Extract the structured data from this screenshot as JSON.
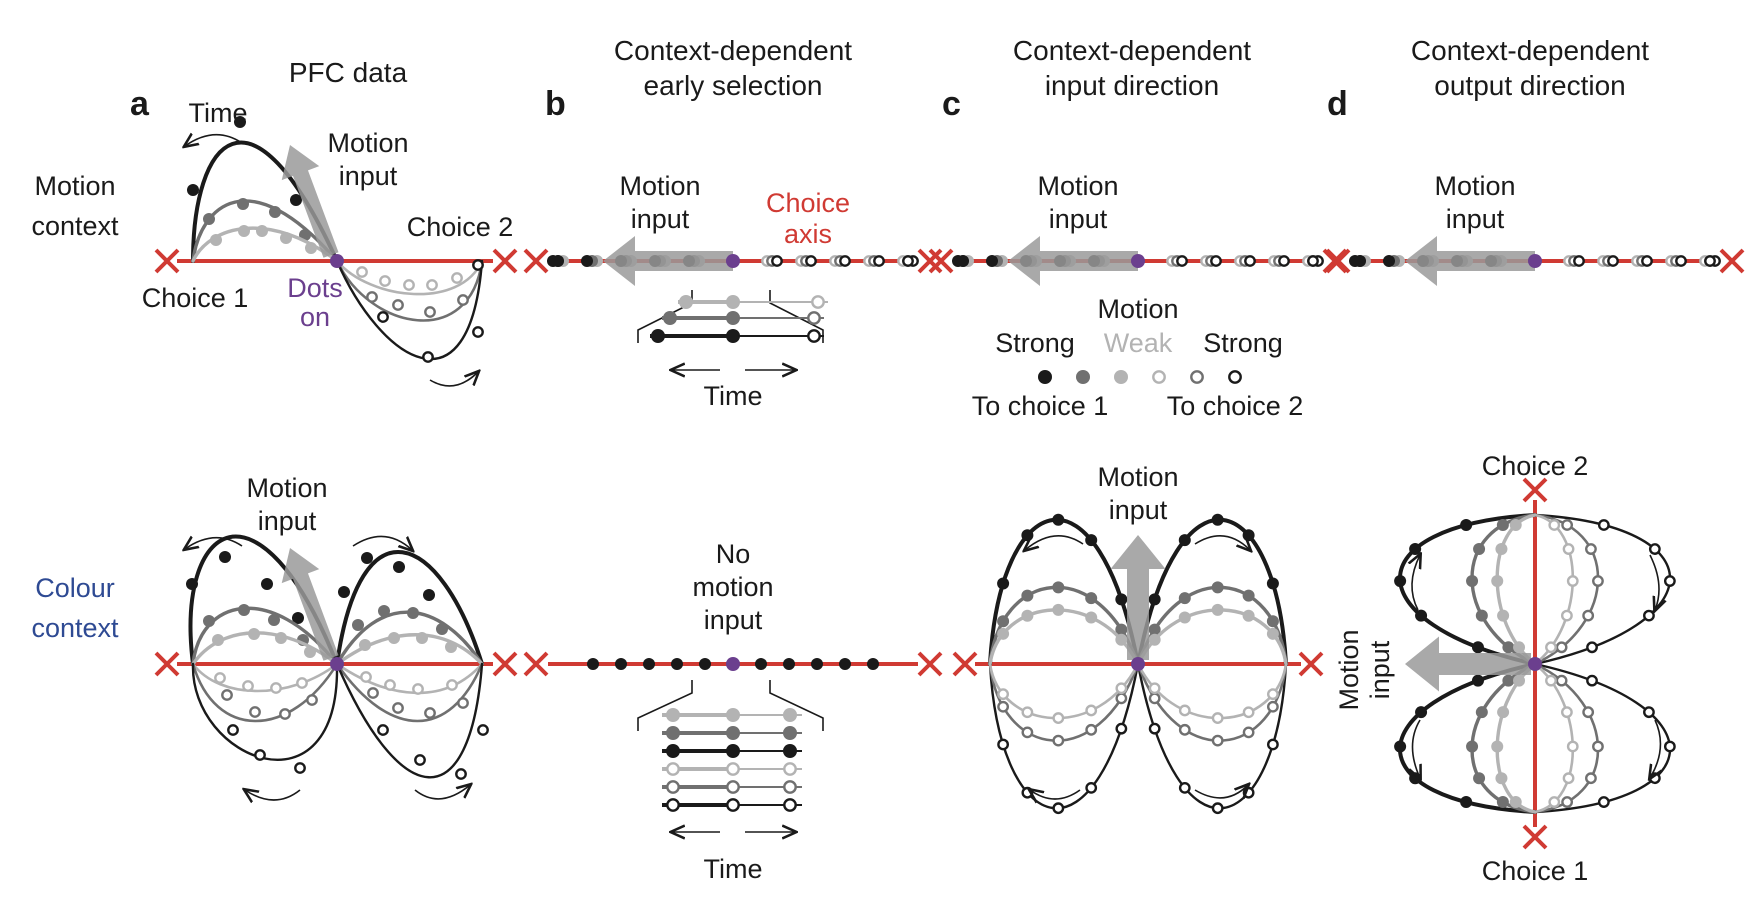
{
  "colors": {
    "axis": "#d03a33",
    "origin": "#6b3f8e",
    "colour_context": "#2e4a93",
    "arrow": "#9a9a9a",
    "strong": "#1a1a1a",
    "medium": "#707070",
    "weak": "#b3b3b3"
  },
  "panels": {
    "a": {
      "letter": "a",
      "title": [
        "PFC data"
      ]
    },
    "b": {
      "letter": "b",
      "title": [
        "Context-dependent",
        "early selection"
      ]
    },
    "c": {
      "letter": "c",
      "title": [
        "Context-dependent",
        "input direction"
      ]
    },
    "d": {
      "letter": "d",
      "title": [
        "Context-dependent",
        "output direction"
      ]
    }
  },
  "rows": {
    "motion": [
      "Motion",
      "context"
    ],
    "colour": [
      "Colour",
      "context"
    ]
  },
  "labels": {
    "time": "Time",
    "motion_input": [
      "Motion",
      "input"
    ],
    "choice1": "Choice 1",
    "choice2": "Choice 2",
    "dots_on": [
      "Dots",
      "on"
    ],
    "choice_axis": [
      "Choice",
      "axis"
    ],
    "no_motion_input": [
      "No",
      "motion",
      "input"
    ]
  },
  "legend": {
    "title": "Motion",
    "strong_left": "Strong",
    "weak": "Weak",
    "strong_right": "Strong",
    "to_choice1": "To choice 1",
    "to_choice2": "To choice 2",
    "markers": [
      {
        "shade": "strong",
        "filled": true
      },
      {
        "shade": "medium",
        "filled": true
      },
      {
        "shade": "weak",
        "filled": true
      },
      {
        "shade": "weak",
        "filled": false
      },
      {
        "shade": "medium",
        "filled": false
      },
      {
        "shade": "strong",
        "filled": false
      }
    ]
  },
  "conditions": [
    {
      "strength": "weak",
      "direction": "choice1"
    },
    {
      "strength": "medium",
      "direction": "choice1"
    },
    {
      "strength": "strong",
      "direction": "choice1"
    },
    {
      "strength": "weak",
      "direction": "choice2"
    },
    {
      "strength": "medium",
      "direction": "choice2"
    },
    {
      "strength": "strong",
      "direction": "choice2"
    }
  ]
}
